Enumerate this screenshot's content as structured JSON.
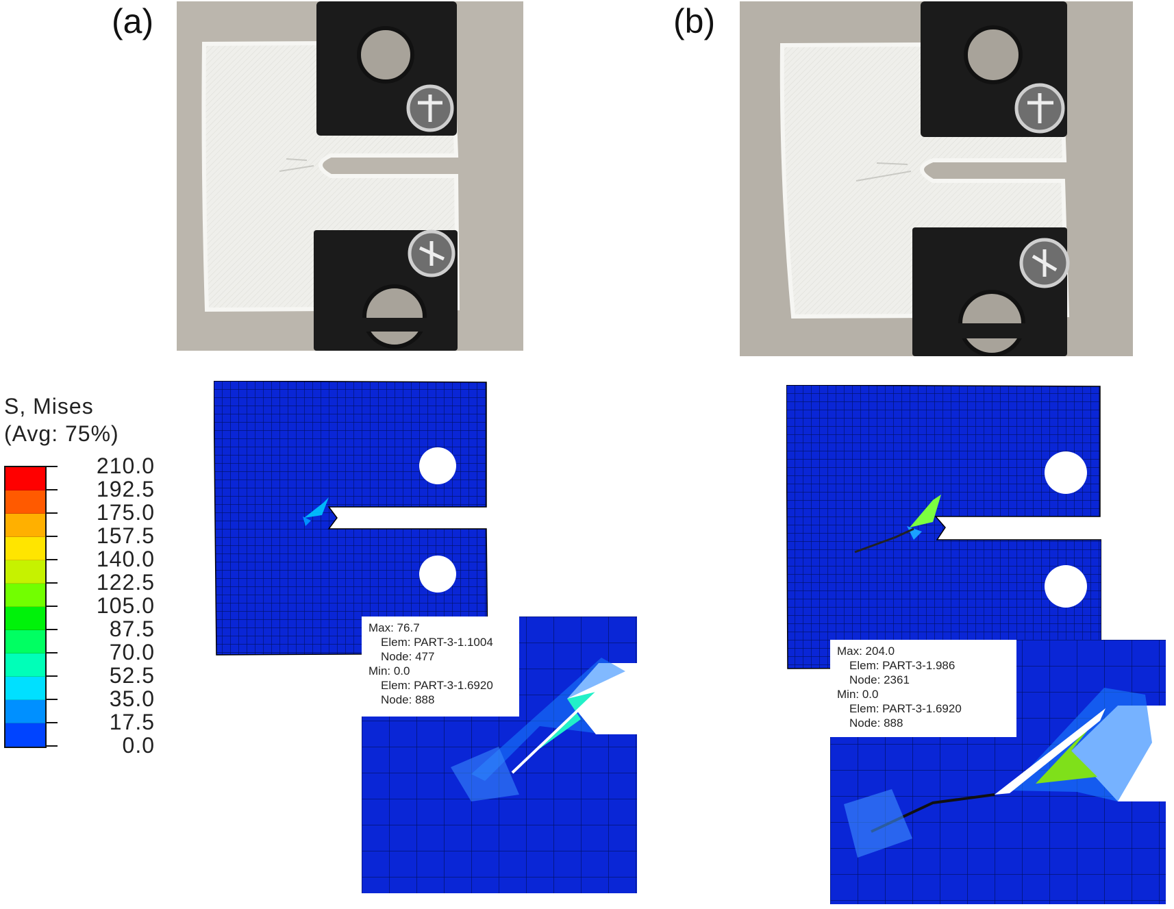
{
  "panels": {
    "a": {
      "label": "(a)"
    },
    "b": {
      "label": "(b)"
    }
  },
  "legend": {
    "title_line1": "S, Mises",
    "title_line2": "(Avg: 75%)",
    "values": [
      "210.0",
      "192.5",
      "175.0",
      "157.5",
      "140.0",
      "122.5",
      "105.0",
      "87.5",
      "70.0",
      "52.5",
      "35.0",
      "17.5",
      "0.0"
    ],
    "colors": [
      "#ff0000",
      "#ff5a00",
      "#ffb000",
      "#ffe500",
      "#c6f200",
      "#72ff00",
      "#00f20a",
      "#00ff62",
      "#00ffb8",
      "#00e0ff",
      "#0090ff",
      "#0044ff",
      "#0000ff"
    ]
  },
  "sim_a": {
    "max_label": "Max: 76.7",
    "max_elem": "Elem: PART-3-1.1004",
    "max_node": "Node: 477",
    "min_label": "Min: 0.0",
    "min_elem": "Elem: PART-3-1.6920",
    "min_node": "Node: 888"
  },
  "sim_b": {
    "max_label": "Max: 204.0",
    "max_elem": "Elem: PART-3-1.986",
    "max_node": "Node: 2361",
    "min_label": "Min: 0.0",
    "min_elem": "Elem: PART-3-1.6920",
    "min_node": "Node: 888"
  },
  "colors": {
    "mesh_blue": "#0a26d6",
    "mesh_line": "#001060",
    "clamp": "#1b1b1b",
    "specimen": "#eeeeea",
    "photo_bg": "#b6b1a8"
  }
}
